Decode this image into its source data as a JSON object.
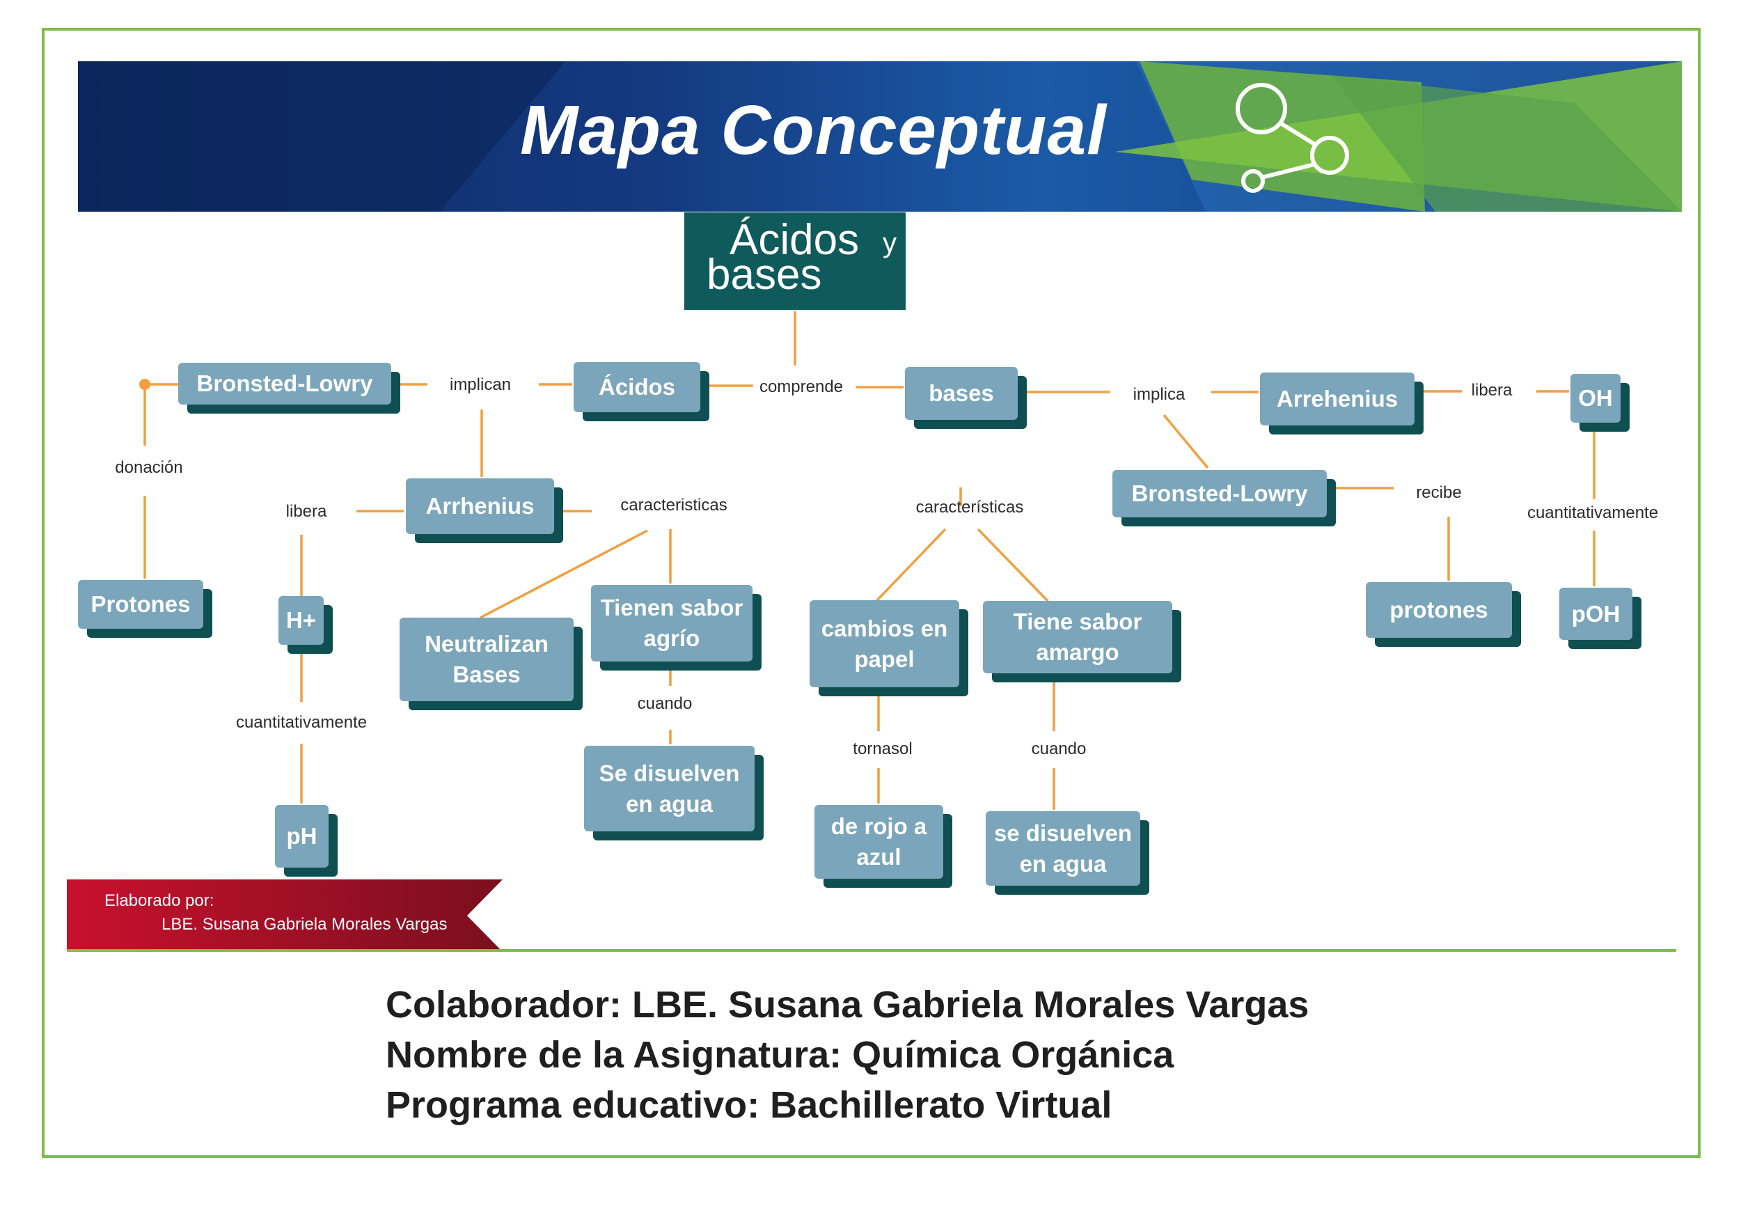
{
  "banner": {
    "title": "Mapa Conceptual"
  },
  "main_title": {
    "word1": "Ácidos",
    "word2": "y",
    "word3": "bases"
  },
  "nodes": {
    "bronsted_left": "Bronsted-Lowry",
    "acidos": "Ácidos",
    "bases": "bases",
    "arrehenius": "Arrehenius",
    "oh": "OH",
    "arrhenius": "Arrhenius",
    "bronsted_right": "Bronsted-Lowry",
    "protones_left": "Protones",
    "h_plus": "H+",
    "neutralizan": "Neutralizan Bases",
    "sabor_agrio": "Tienen sabor agrío",
    "cambios_papel": "cambios en papel",
    "sabor_amargo": "Tiene sabor amargo",
    "protones_right": "protones",
    "poh": "pOH",
    "ph": "pH",
    "se_disuelven": "Se disuelven en agua",
    "rojo_azul": "de rojo a azul",
    "se_disuelven_2": "se disuelven en agua"
  },
  "labels": {
    "implican": "implican",
    "comprende": "comprende",
    "implica": "implica",
    "libera_right": "libera",
    "donacion": "donación",
    "libera_left": "libera",
    "caracteristicas_acidos": "caracteristicas",
    "caracteristicas_bases": "características",
    "recibe": "recibe",
    "cuantitativamente_right": "cuantitativamente",
    "cuantitativamente_left": "cuantitativamente",
    "cuando_acidos": "cuando",
    "tornasol": "tornasol",
    "cuando_bases": "cuando"
  },
  "credit": {
    "line1": "Elaborado por:",
    "line2": "LBE. Susana Gabriela Morales Vargas"
  },
  "footer": {
    "line1": "Colaborador: LBE. Susana Gabriela Morales Vargas",
    "line2": "Nombre de la Asignatura: Química Orgánica",
    "line3": "Programa educativo: Bachillerato Virtual"
  },
  "colors": {
    "frame": "#7cbe4a",
    "banner_blue": "#0d2a63",
    "banner_green": "#6db33f",
    "node_fill": "#7aa5ba",
    "node_shadow": "#0f4f52",
    "title_fill": "#0f5a5a",
    "connector": "#f0a040",
    "credit_red": "#c8102e"
  }
}
